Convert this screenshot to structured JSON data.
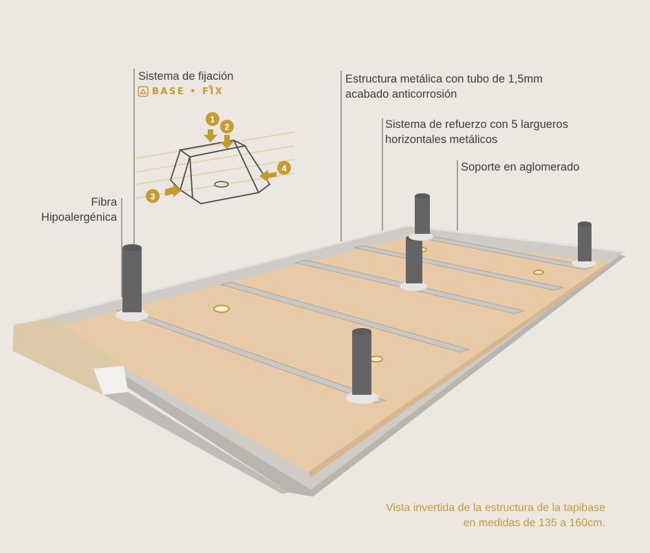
{
  "labels": {
    "fixation_title": "Sistema de fijación",
    "brand_name": "BASE • FIX",
    "brand_mark": "®",
    "structure_line1": "Estructura metálica con tubo de 1,5mm",
    "structure_line2": "acabado anticorrosión",
    "reinforcement_line1": "Sistema de refuerzo con 5 largueros",
    "reinforcement_line2": "horizontales metálicos",
    "support": "Soporte en aglomerado",
    "fiber_line1": "Fibra",
    "fiber_line2": "Hipoalergénica"
  },
  "steps": [
    "1",
    "2",
    "3",
    "4"
  ],
  "caption": {
    "line1": "Vista invertida de  la estructura de la tapibase",
    "line2": "en medidas de 135 a 160cm."
  },
  "colors": {
    "background": "#ece8e1",
    "accent": "#c59a2f",
    "board": "#e8cba6",
    "frame": "#c9c6c1",
    "leg": "#6b6b6d",
    "text": "#3b3b3b"
  },
  "icons": [
    "base-fix-logo-icon"
  ]
}
